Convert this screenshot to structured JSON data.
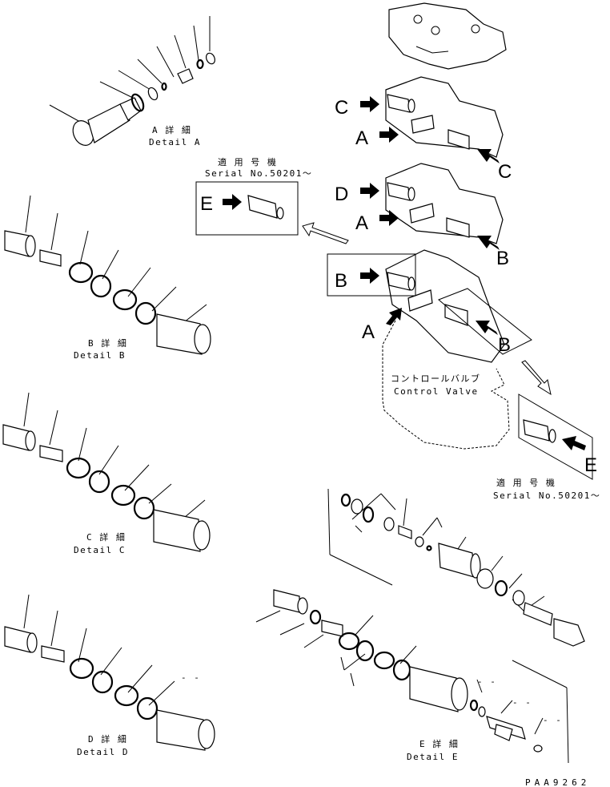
{
  "details": {
    "a": {
      "jp": "A 詳 細",
      "en": "Detail A"
    },
    "b": {
      "jp": "B 詳 細",
      "en": "Detail B"
    },
    "c": {
      "jp": "C 詳 細",
      "en": "Detail C"
    },
    "d": {
      "jp": "D 詳 細",
      "en": "Detail D"
    },
    "e": {
      "jp": "E 詳 細",
      "en": "Detail E"
    }
  },
  "serial_top": {
    "jp": "適 用 号 機",
    "en": "Serial No.50201～"
  },
  "serial_right": {
    "jp": "適 用 号 機",
    "en": "Serial No.50201～"
  },
  "control_valve": {
    "jp": "コントロールバルブ",
    "en": "Control Valve"
  },
  "callouts": {
    "A": "A",
    "B": "B",
    "C": "C",
    "D": "D",
    "E": "E"
  },
  "drawing_number": "PAA9262",
  "dash": "- -"
}
